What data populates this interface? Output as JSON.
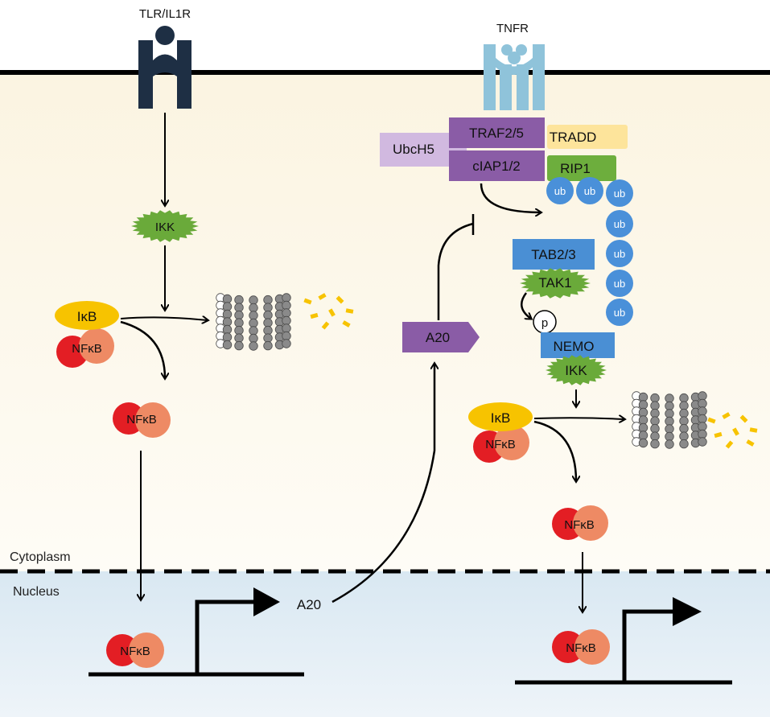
{
  "receptors": {
    "tlr": "TLR/IL1R",
    "tnfr": "TNFR"
  },
  "regions": {
    "cytoplasm": "Cytoplasm",
    "nucleus": "Nucleus"
  },
  "left": {
    "ikk": "IKK",
    "ikb": "IκB",
    "nfkb_complex": "NFκB",
    "nfkb_free": "NFκB",
    "nfkb_nucleus": "NFκB",
    "gene_product": "A20"
  },
  "center": {
    "a20": "A20"
  },
  "right": {
    "traf": "TRAF2/5",
    "tradd": "TRADD",
    "ubch5": "UbcH5",
    "ciap": "cIAP1/2",
    "rip1": "RIP1",
    "ub": "ub",
    "tab": "TAB2/3",
    "tak1": "TAK1",
    "phospho": "p",
    "nemo": "NEMO",
    "ikk": "IKK",
    "ikb": "IκB",
    "nfkb_complex": "NFκB",
    "nfkb_free": "NFκB",
    "nfkb_nucleus": "NFκB"
  },
  "colors": {
    "cytoplasm_bg": "#FCF6E6",
    "nucleus_bg": "#E2EDF5",
    "tlr_receptor": "#1E2F44",
    "tnfr_receptor": "#8FC3DA",
    "ikk_green": "#6AAA3A",
    "ikb_yellow": "#F7C300",
    "nfkb_red": "#E31E24",
    "nfkb_salmon": "#EE8A64",
    "purple": "#8A5CA6",
    "light_purple": "#D1B9E0",
    "tradd_yellow": "#FDE49B",
    "rip1_green": "#6DAE3D",
    "ub_blue": "#4A90D9",
    "tab_blue": "#4A8FD4",
    "proteasome_gray": "#8A8A8A",
    "fragment_yellow": "#F7C300"
  }
}
